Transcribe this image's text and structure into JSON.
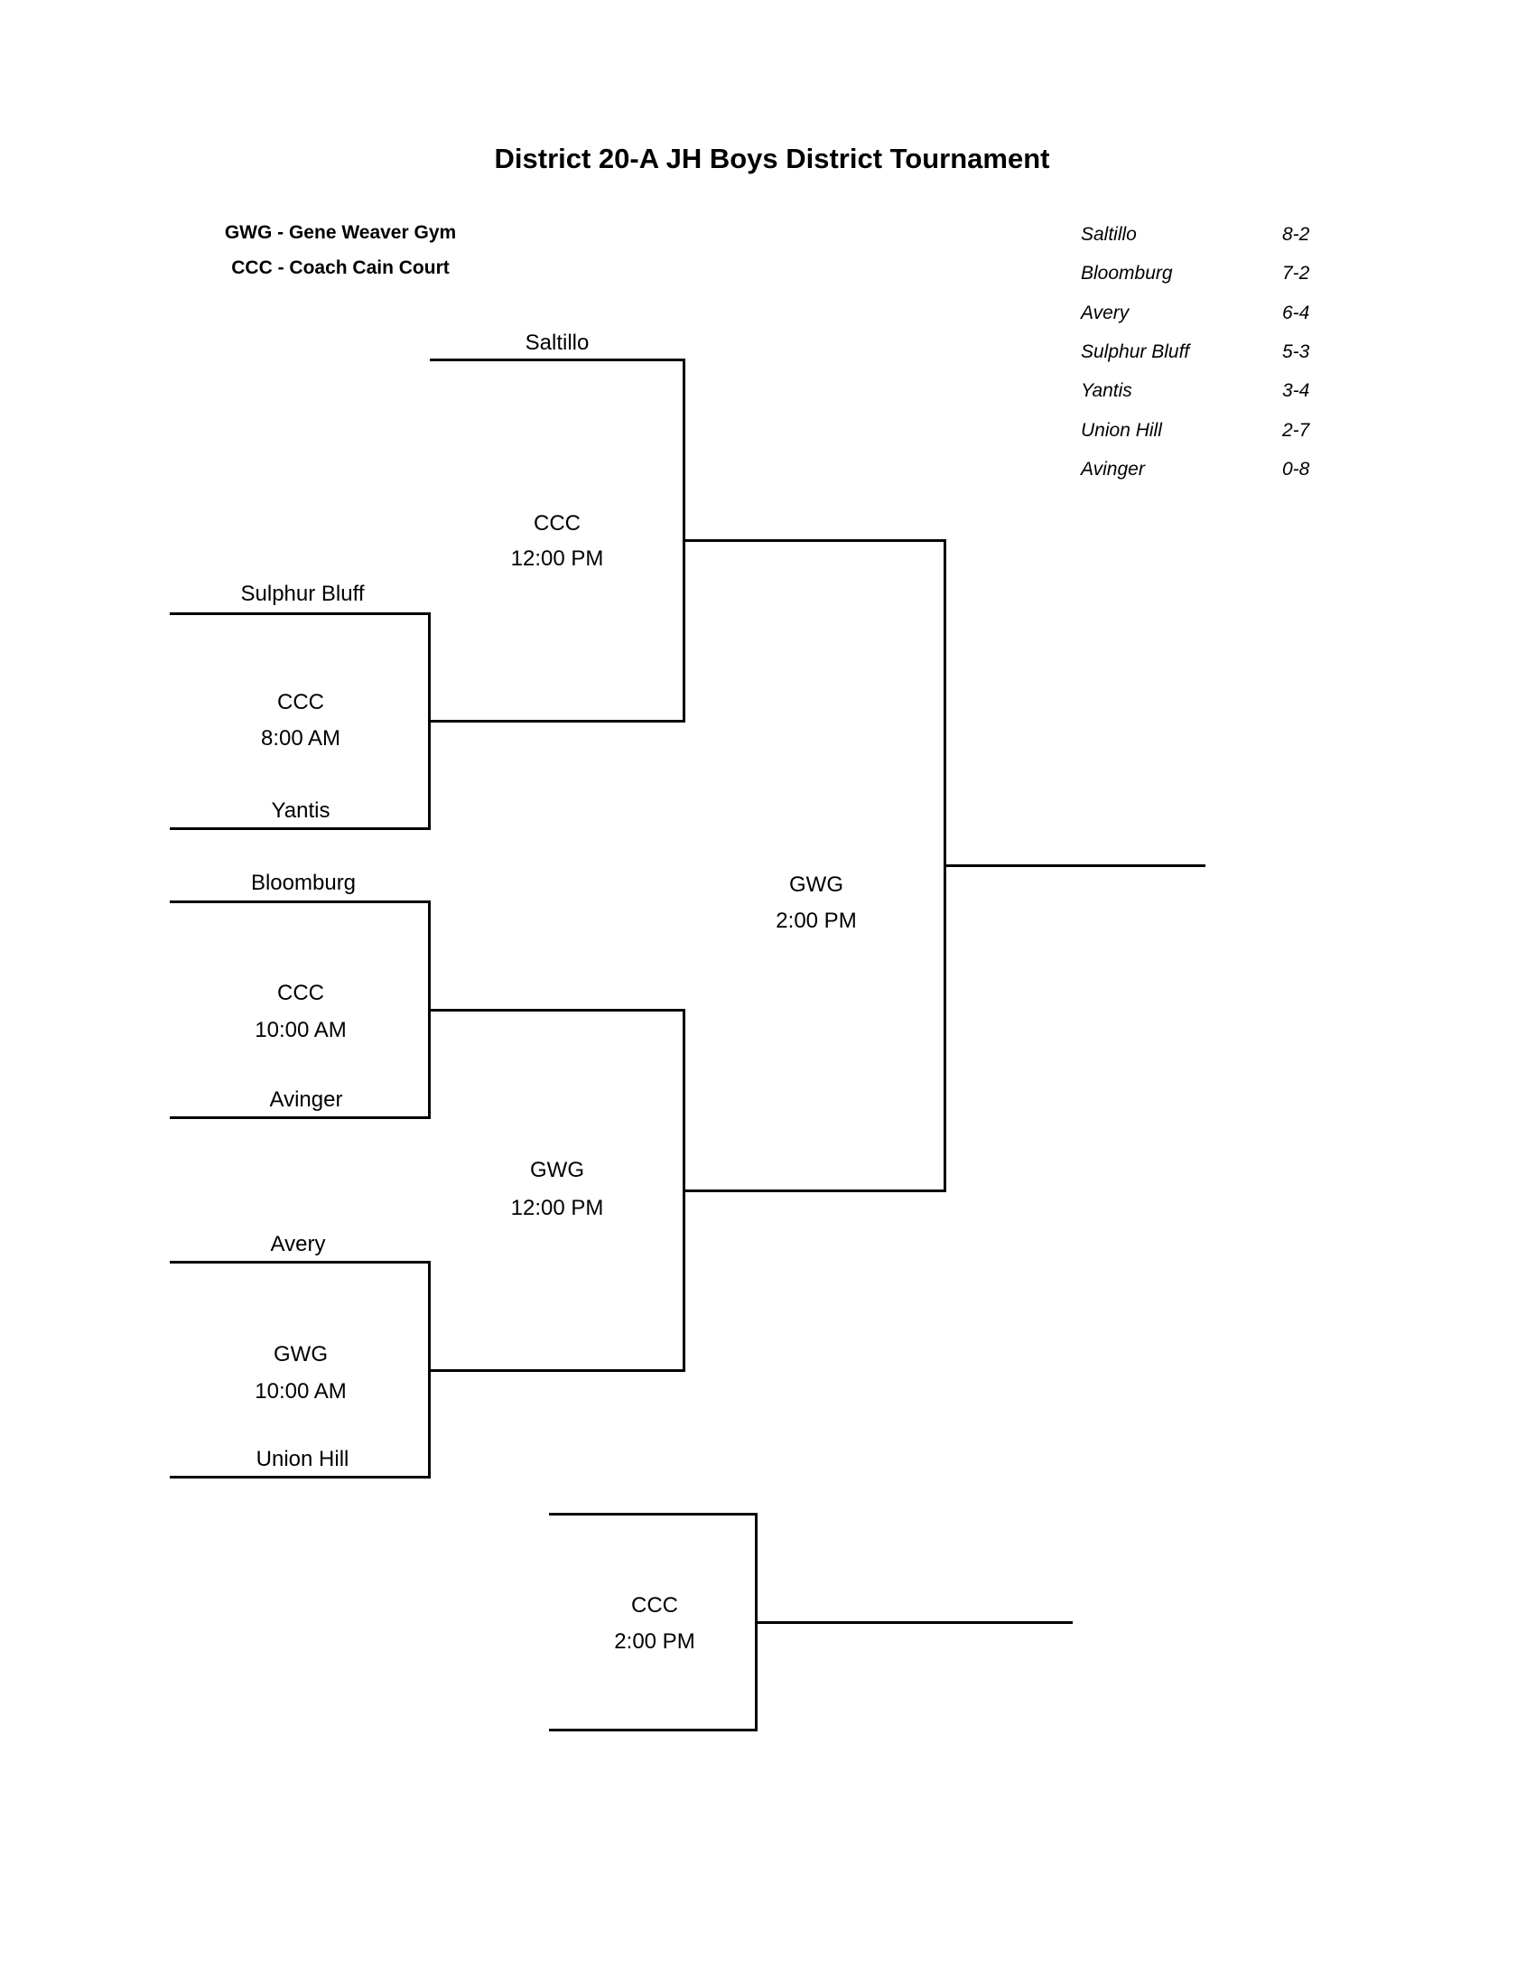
{
  "page": {
    "title": "District 20-A JH Boys District Tournament",
    "background_color": "#ffffff",
    "text_color": "#000000",
    "line_color": "#000000"
  },
  "legend": {
    "gwg": "GWG - Gene Weaver Gym",
    "ccc": "CCC - Coach Cain Court"
  },
  "standings": [
    {
      "team": "Saltillo",
      "record": "8-2"
    },
    {
      "team": "Bloomburg",
      "record": "7-2"
    },
    {
      "team": "Avery",
      "record": "6-4"
    },
    {
      "team": "Sulphur Bluff",
      "record": "5-3"
    },
    {
      "team": "Yantis",
      "record": "3-4"
    },
    {
      "team": "Union Hill",
      "record": "2-7"
    },
    {
      "team": "Avinger",
      "record": "0-8"
    }
  ],
  "bracket": {
    "round1": [
      {
        "top_team": "Sulphur Bluff",
        "bottom_team": "Yantis",
        "venue": "CCC",
        "time": "8:00 AM"
      },
      {
        "top_team": "Bloomburg",
        "bottom_team": "Avinger",
        "venue": "CCC",
        "time": "10:00 AM"
      },
      {
        "top_team": "Avery",
        "bottom_team": "Union Hill",
        "venue": "GWG",
        "time": "10:00 AM"
      }
    ],
    "semifinals": [
      {
        "bye_team": "Saltillo",
        "venue": "CCC",
        "time": "12:00 PM"
      },
      {
        "venue": "GWG",
        "time": "12:00 PM"
      }
    ],
    "final": {
      "venue": "GWG",
      "time": "2:00 PM"
    },
    "consolation": {
      "venue": "CCC",
      "time": "2:00 PM"
    }
  }
}
